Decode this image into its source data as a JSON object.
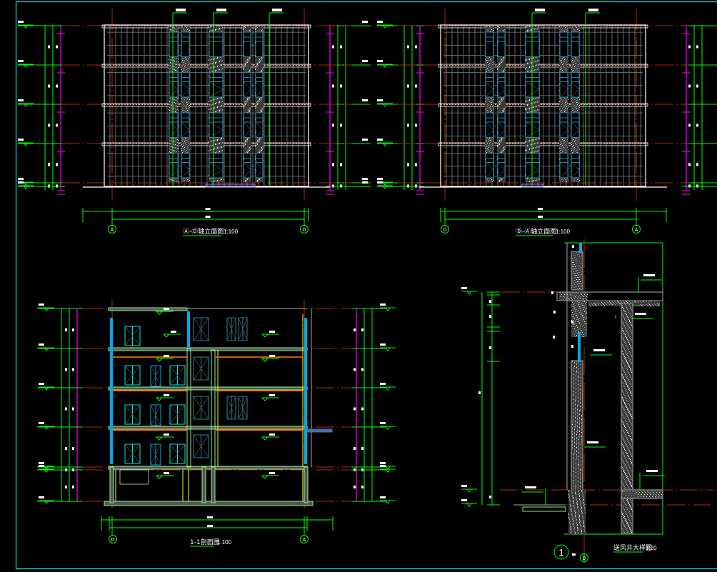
{
  "drawing": {
    "type": "architectural CAD sheet",
    "colors": {
      "background": "#000000",
      "frame": "#00e5e5",
      "dimension": "#00ff00",
      "level_dim": "#ff00ff",
      "center_line": "#b02a0a",
      "wall_outline": "#ffffff",
      "grid": "#7f7f7f",
      "glass": "#00a8e8",
      "window_frame": "#2a7fa0",
      "beam": "#ff8000",
      "structure": "#90ee90",
      "hatch": "#808080",
      "yellow_line": "#ffff00",
      "purple_step": "#8080ff"
    }
  },
  "views": [
    {
      "id": "elevation-a-d",
      "title": "Ⓐ-Ⓓ轴立面图",
      "scale": "1:100",
      "axis_left": "A",
      "axis_right": "D",
      "floors": 4,
      "callouts": 3
    },
    {
      "id": "elevation-d-a",
      "title": "Ⓓ-Ⓐ轴立面图",
      "scale": "1:100",
      "axis_left": "D",
      "axis_right": "A",
      "floors": 4,
      "callouts": 2
    },
    {
      "id": "section-1-1",
      "title": "1-1剖面图",
      "scale": "1:100",
      "axis_left": "D",
      "axis_right": "A",
      "floors": 4,
      "basement": true
    },
    {
      "id": "detail-air-shaft",
      "title": "送风井大样图",
      "scale": "1:20",
      "axis": "D",
      "detail_number": "1"
    }
  ]
}
